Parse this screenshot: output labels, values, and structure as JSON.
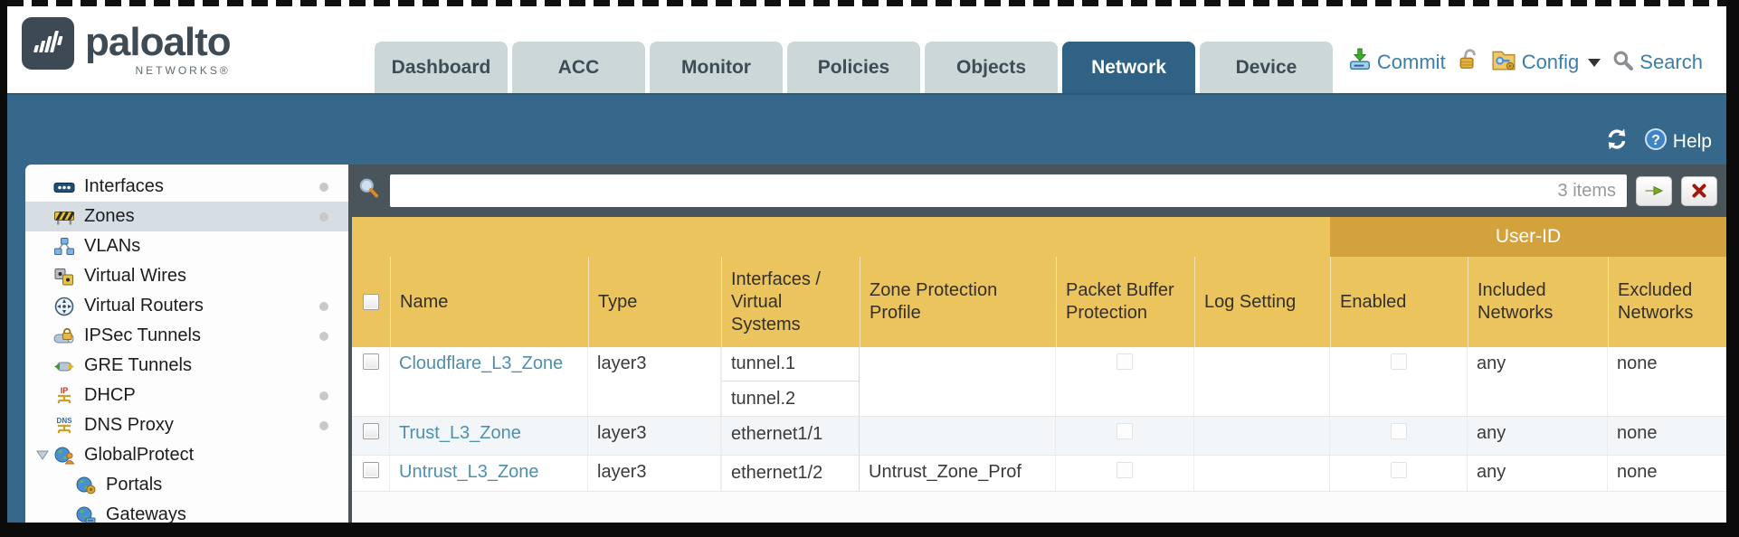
{
  "header": {
    "brand": {
      "name": "paloalto",
      "sub": "NETWORKS®"
    },
    "tabs": [
      {
        "label": "Dashboard",
        "active": false
      },
      {
        "label": "ACC",
        "active": false
      },
      {
        "label": "Monitor",
        "active": false
      },
      {
        "label": "Policies",
        "active": false
      },
      {
        "label": "Objects",
        "active": false
      },
      {
        "label": "Network",
        "active": true
      },
      {
        "label": "Device",
        "active": false
      }
    ],
    "utilities": {
      "commit": "Commit",
      "config": "Config",
      "search": "Search"
    }
  },
  "band": {
    "help_label": "Help"
  },
  "sidebar": {
    "items": [
      {
        "label": "Interfaces",
        "icon": "interfaces-icon",
        "dot": true,
        "selected": false
      },
      {
        "label": "Zones",
        "icon": "zones-icon",
        "dot": true,
        "selected": true
      },
      {
        "label": "VLANs",
        "icon": "vlans-icon",
        "dot": false,
        "selected": false
      },
      {
        "label": "Virtual Wires",
        "icon": "virtual-wires-icon",
        "dot": false,
        "selected": false
      },
      {
        "label": "Virtual Routers",
        "icon": "virtual-routers-icon",
        "dot": true,
        "selected": false
      },
      {
        "label": "IPSec Tunnels",
        "icon": "ipsec-tunnels-icon",
        "dot": true,
        "selected": false
      },
      {
        "label": "GRE Tunnels",
        "icon": "gre-tunnels-icon",
        "dot": false,
        "selected": false
      },
      {
        "label": "DHCP",
        "icon": "dhcp-icon",
        "dot": true,
        "selected": false
      },
      {
        "label": "DNS Proxy",
        "icon": "dns-proxy-icon",
        "dot": true,
        "selected": false
      },
      {
        "label": "GlobalProtect",
        "icon": "globalprotect-icon",
        "dot": false,
        "selected": false,
        "expandable": true
      },
      {
        "label": "Portals",
        "icon": "portals-icon",
        "dot": false,
        "selected": false,
        "child": true
      },
      {
        "label": "Gateways",
        "icon": "gateways-icon",
        "dot": false,
        "selected": false,
        "child": true
      }
    ]
  },
  "main": {
    "filter": {
      "count_label": "3 items",
      "value": ""
    },
    "table": {
      "group_header": "User-ID",
      "columns": [
        "Name",
        "Type",
        "Interfaces / Virtual Systems",
        "Zone Protection Profile",
        "Packet Buffer Protection",
        "Log Setting",
        "Enabled",
        "Included Networks",
        "Excluded Networks"
      ],
      "rows": [
        {
          "name": "Cloudflare_L3_Zone",
          "type": "layer3",
          "interfaces": [
            "tunnel.1",
            "tunnel.2"
          ],
          "zone_protection_profile": "",
          "log_setting": "",
          "included_networks": "any",
          "excluded_networks": "none"
        },
        {
          "name": "Trust_L3_Zone",
          "type": "layer3",
          "interfaces": [
            "ethernet1/1"
          ],
          "zone_protection_profile": "",
          "log_setting": "",
          "included_networks": "any",
          "excluded_networks": "none"
        },
        {
          "name": "Untrust_L3_Zone",
          "type": "layer3",
          "interfaces": [
            "ethernet1/2"
          ],
          "zone_protection_profile": "Untrust_Zone_Prof",
          "log_setting": "",
          "included_networks": "any",
          "excluded_networks": "none"
        }
      ]
    }
  },
  "colors": {
    "accent_teal": "#35688a",
    "active_tab": "#2f6284",
    "header_amber": "#ecc45e",
    "user_id_band": "#d3a23d",
    "filter_bar": "#49545b",
    "link_blue": "#4e8fb0"
  }
}
